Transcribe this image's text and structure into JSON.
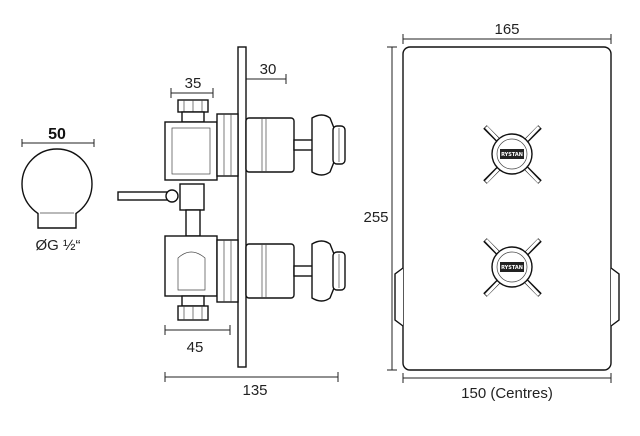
{
  "dimensions": {
    "outlet_diameter": "50",
    "outlet_thread": "ØG ½“",
    "spindle_depth": "35",
    "plate_offset": "30",
    "inlet_depth": "45",
    "overall_depth": "135",
    "plate_width": "165",
    "plate_height": "255",
    "valve_centres": "150 (Centres)"
  },
  "handle_badge": "RYSTAN"
}
